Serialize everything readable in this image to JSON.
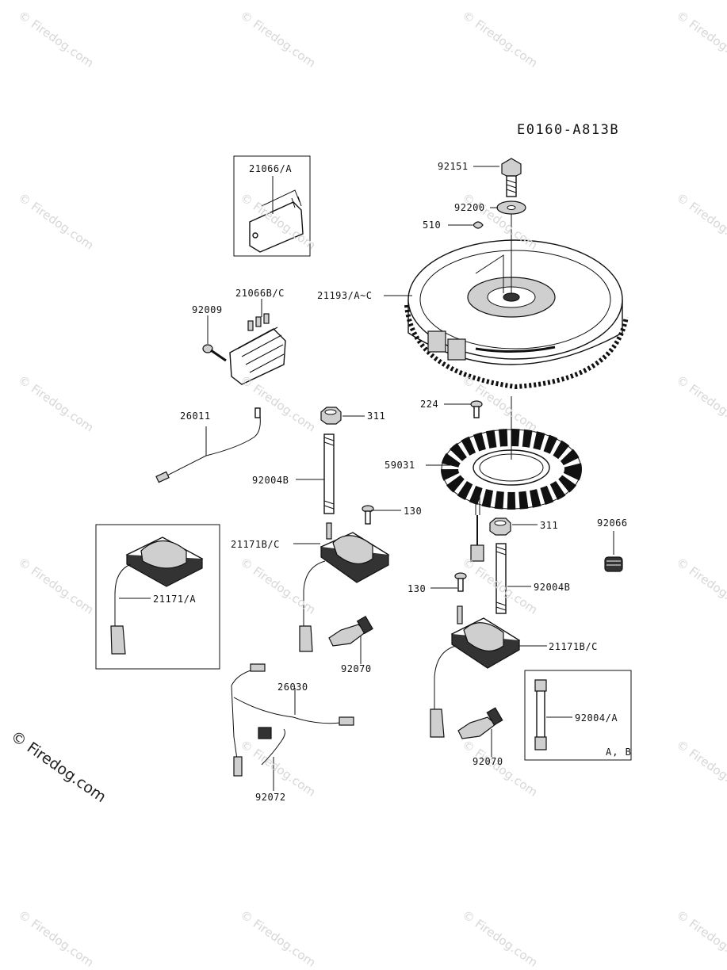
{
  "diagram_code": "E0160-A813B",
  "watermark": "Firedog.com",
  "watermark_symbol": "©",
  "corner_watermark": "© Firedog.com",
  "inset_label": "A, B",
  "parts": [
    {
      "id": "p92151",
      "label": "92151"
    },
    {
      "id": "p92200",
      "label": "92200"
    },
    {
      "id": "p510",
      "label": "510"
    },
    {
      "id": "p21193",
      "label": "21193/A~C"
    },
    {
      "id": "p21066a",
      "label": "21066/A"
    },
    {
      "id": "p21066bc",
      "label": "21066B/C"
    },
    {
      "id": "p92009",
      "label": "92009"
    },
    {
      "id": "p224",
      "label": "224"
    },
    {
      "id": "p26011",
      "label": "26011"
    },
    {
      "id": "p311a",
      "label": "311"
    },
    {
      "id": "p59031",
      "label": "59031"
    },
    {
      "id": "p92004b_l",
      "label": "92004B"
    },
    {
      "id": "p130a",
      "label": "130"
    },
    {
      "id": "p311b",
      "label": "311"
    },
    {
      "id": "p92066",
      "label": "92066"
    },
    {
      "id": "p21171bc_l",
      "label": "21171B/C"
    },
    {
      "id": "p21171a",
      "label": "21171/A"
    },
    {
      "id": "p130b",
      "label": "130"
    },
    {
      "id": "p92004b_r",
      "label": "92004B"
    },
    {
      "id": "p92070a",
      "label": "92070"
    },
    {
      "id": "p21171bc_r",
      "label": "21171B/C"
    },
    {
      "id": "p26030",
      "label": "26030"
    },
    {
      "id": "p92004a",
      "label": "92004/A"
    },
    {
      "id": "p92072",
      "label": "92072"
    },
    {
      "id": "p92070b",
      "label": "92070"
    }
  ]
}
